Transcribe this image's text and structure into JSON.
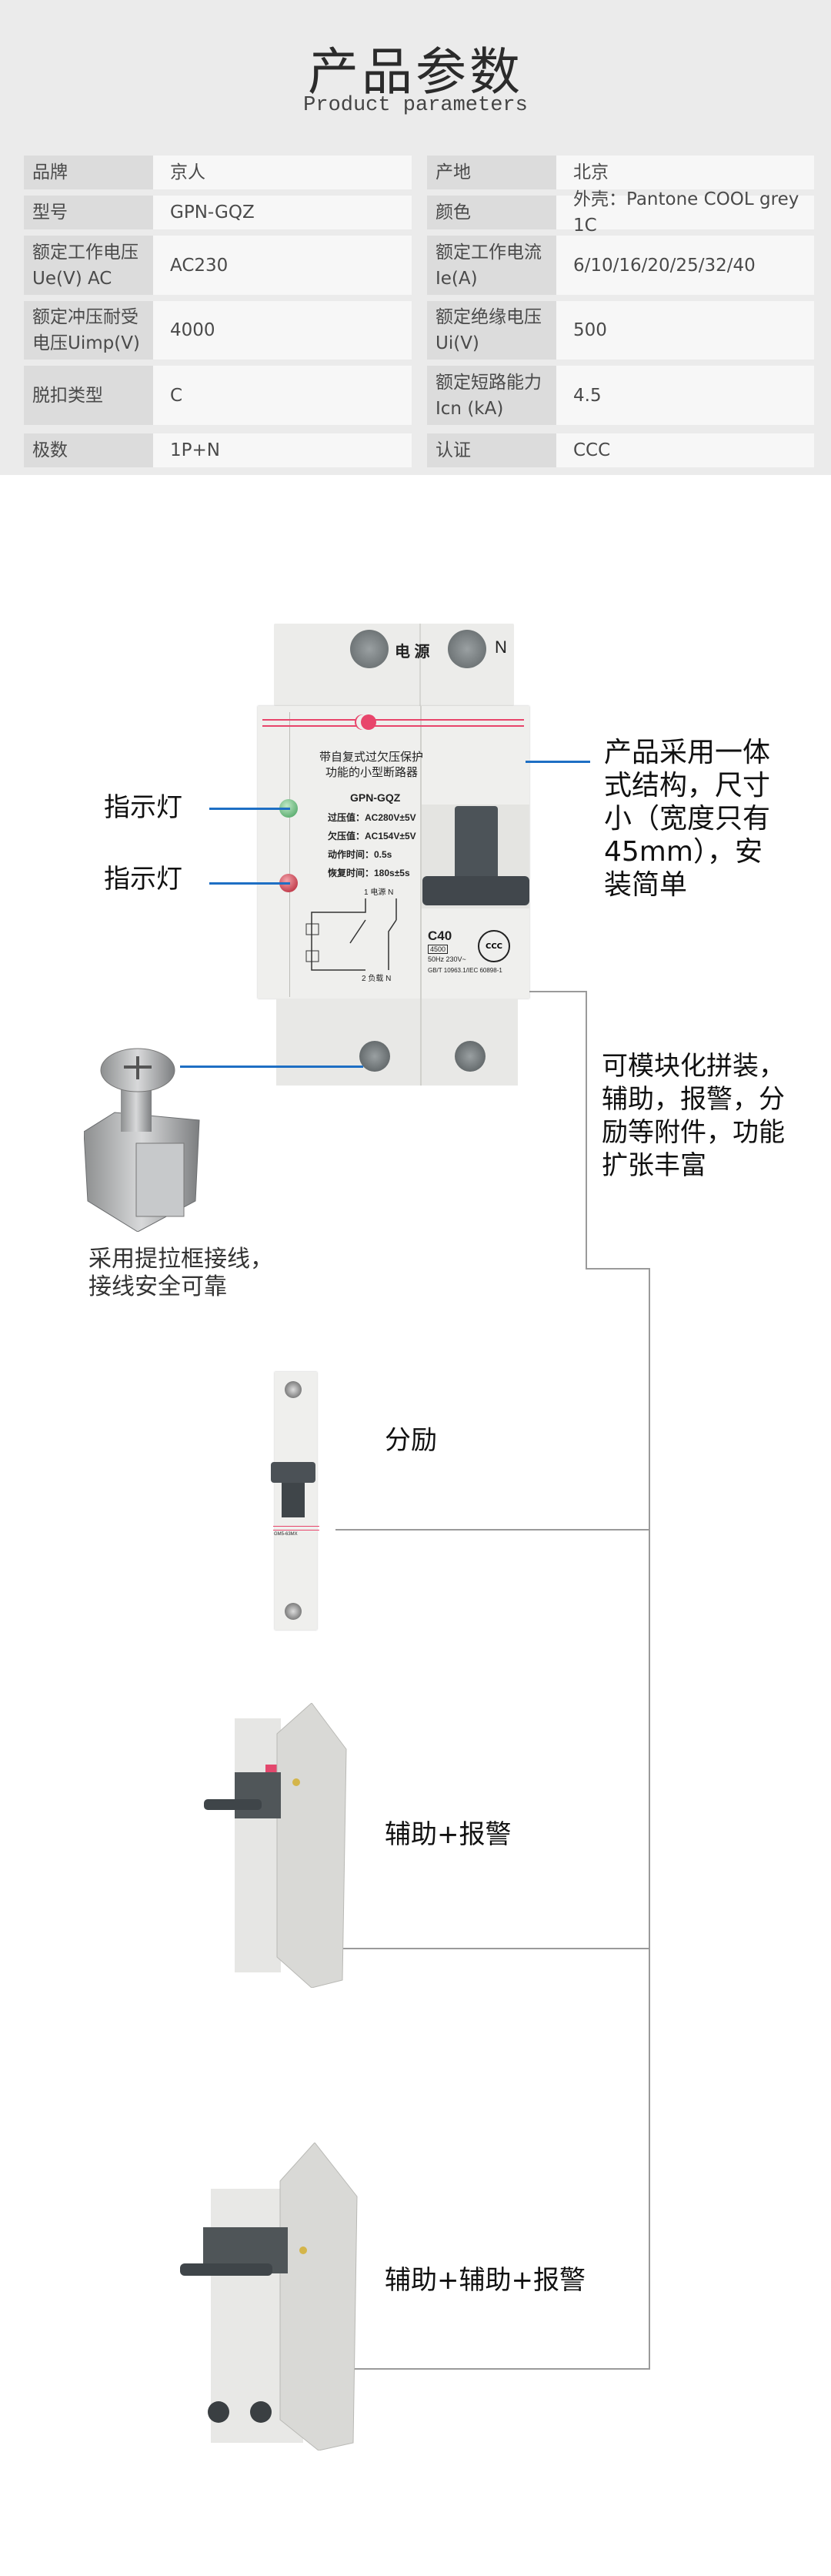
{
  "header": {
    "title": "产品参数",
    "subtitle": "Product parameters"
  },
  "params": [
    {
      "label1": "品牌",
      "value1": "京人",
      "label2": "产地",
      "value2": "北京"
    },
    {
      "label1": "型号",
      "value1": "GPN-GQZ",
      "label2": "颜色",
      "value2": "外壳：Pantone COOL grey 1C"
    },
    {
      "label1": "额定工作电压\nUe(V) AC",
      "value1": "AC230",
      "label2": "额定工作电流\nIe(A)",
      "value2": "6/10/16/20/25/32/40"
    },
    {
      "label1": "额定冲压耐受\n电压Uimp(V)",
      "value1": "4000",
      "label2": "额定绝缘电压\nUi(V)",
      "value2": "500"
    },
    {
      "label1": "脱扣类型",
      "value1": "C",
      "label2": "额定短路能力\nIcn (kA)",
      "value2": "4.5"
    },
    {
      "label1": "极数",
      "value1": "1P+N",
      "label2": "认证",
      "value2": "CCC"
    }
  ],
  "device": {
    "top_label": "电 源",
    "top_n": "N",
    "desc1": "带自复式过欠压保护",
    "desc2": "功能的小型断路器",
    "model": "GPN-GQZ",
    "spec1": "过压值：AC280V±5V",
    "spec2": "欠压值：AC154V±5V",
    "spec3": "动作时间：0.5s",
    "spec4": "恢复时间：180s±5s",
    "diag_top": "1 电源 N",
    "diag_bottom": "2 负载 N",
    "rating": "C40",
    "icn": "4500",
    "freq": "50Hz 230V~",
    "std": "GB/T 10963.1/IEC 60898-1",
    "cert": "CCC"
  },
  "annotations": {
    "indicator1": "指示灯",
    "indicator2": "指示灯",
    "compact": "产品采用一体式结构，尺寸小（宽度只有45mm），安装简单",
    "modular": "可模块化拼装，辅助，报警，分励等附件，功能扩张丰富",
    "terminal": "采用提拉框接线，接线安全可靠"
  },
  "accessories": [
    {
      "label": "分励",
      "model": "GM5-63MX"
    },
    {
      "label": "辅助+报警"
    },
    {
      "label": "辅助+辅助+报警"
    }
  ],
  "colors": {
    "background": "#ebebeb",
    "label_cell": "#dcdcdc",
    "value_cell": "#f7f7f7",
    "leader_line": "#1e6fc4",
    "bracket_line": "#9a9a9a",
    "brand_stripe": "#e8456b"
  }
}
